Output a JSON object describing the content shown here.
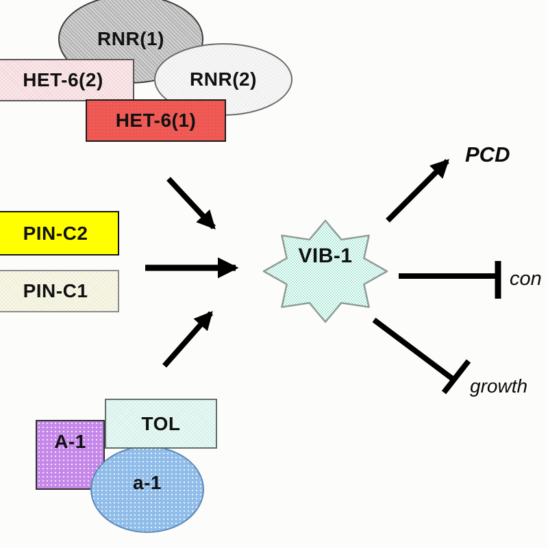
{
  "diagram": {
    "description": "Signaling diagram: HET-6/RNR complex, PIN-C proteins and TOL/mating-type complex converge on VIB-1, which promotes PCD and inhibits con and growth",
    "nodes": {
      "rnr1": {
        "label": "RNR(1)",
        "shape": "ellipse",
        "color": "#b9b9b9"
      },
      "rnr2": {
        "label": "RNR(2)",
        "shape": "ellipse",
        "color": "#f3f3f3"
      },
      "het6_2": {
        "label": "HET-6(2)",
        "shape": "rect",
        "color": "#f8dde0"
      },
      "het6_1": {
        "label": "HET-6(1)",
        "shape": "rect",
        "color": "#f15a55"
      },
      "pin_c2": {
        "label": "PIN-C2",
        "shape": "rect",
        "color": "#ffff00"
      },
      "pin_c1": {
        "label": "PIN-C1",
        "shape": "rect",
        "color": "#f4f3dd"
      },
      "vib1": {
        "label": "VIB-1",
        "shape": "eight-point-star",
        "color": "#aee9d8"
      },
      "tol": {
        "label": "TOL",
        "shape": "rect",
        "color": "#dcf5ee"
      },
      "A1": {
        "label": "A-1",
        "shape": "rect",
        "color": "#c587e9"
      },
      "a1": {
        "label": "a-1",
        "shape": "ellipse",
        "color": "#8fbce9"
      }
    },
    "outputs": {
      "pcd": {
        "label": "PCD",
        "relation": "activation-arrow"
      },
      "con": {
        "label": "con",
        "relation": "inhibition-bar"
      },
      "growth": {
        "label": "growth",
        "relation": "inhibition-bar"
      }
    },
    "edges": [
      {
        "from": "HET-6 complex",
        "to": "VIB-1",
        "type": "arrow"
      },
      {
        "from": "PIN-C1/PIN-C2",
        "to": "VIB-1",
        "type": "arrow"
      },
      {
        "from": "TOL/A-1/a-1 complex",
        "to": "VIB-1",
        "type": "arrow"
      },
      {
        "from": "VIB-1",
        "to": "PCD",
        "type": "arrow"
      },
      {
        "from": "VIB-1",
        "to": "con",
        "type": "inhibit"
      },
      {
        "from": "VIB-1",
        "to": "growth",
        "type": "inhibit"
      }
    ],
    "arrow_color": "#000000",
    "background_color": "#fcfcfa"
  }
}
